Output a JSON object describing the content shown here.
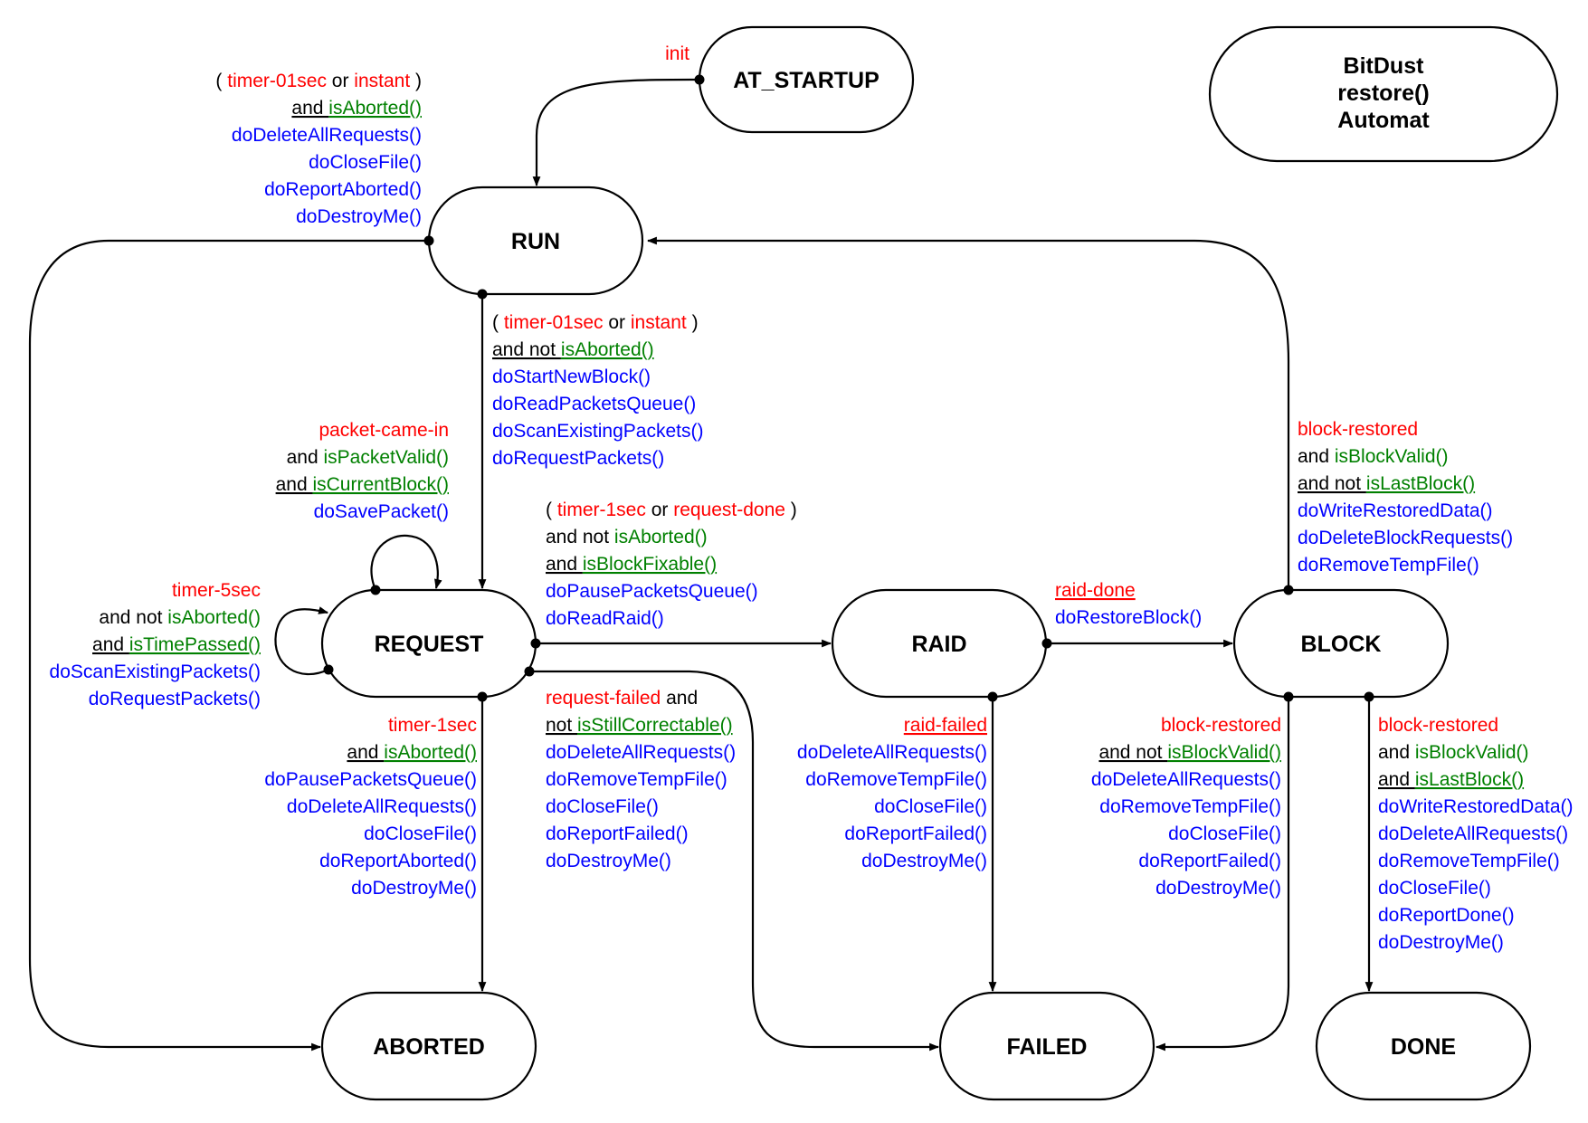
{
  "title_box": {
    "lines": [
      "BitDust",
      "restore()",
      "Automat"
    ]
  },
  "states": {
    "at_startup": "AT_STARTUP",
    "run": "RUN",
    "request": "REQUEST",
    "raid": "RAID",
    "block": "BLOCK",
    "aborted": "ABORTED",
    "failed": "FAILED",
    "done": "DONE"
  },
  "transitions": {
    "init": {
      "lines": [
        [
          {
            "t": "init",
            "c": "red"
          }
        ]
      ]
    },
    "run_aborted": {
      "lines": [
        [
          {
            "t": "( ",
            "c": "black"
          },
          {
            "t": "timer-01sec",
            "c": "red"
          },
          {
            "t": " or ",
            "c": "black"
          },
          {
            "t": "instant",
            "c": "red"
          },
          {
            "t": " )",
            "c": "black"
          }
        ],
        [
          {
            "t": "and ",
            "c": "black",
            "u": true
          },
          {
            "t": "isAborted()",
            "c": "green",
            "u": true
          }
        ],
        [
          {
            "t": "doDeleteAllRequests()",
            "c": "blue"
          }
        ],
        [
          {
            "t": "doCloseFile()",
            "c": "blue"
          }
        ],
        [
          {
            "t": "doReportAborted()",
            "c": "blue"
          }
        ],
        [
          {
            "t": "doDestroyMe()",
            "c": "blue"
          }
        ]
      ]
    },
    "run_request": {
      "lines": [
        [
          {
            "t": "( ",
            "c": "black"
          },
          {
            "t": "timer-01sec",
            "c": "red"
          },
          {
            "t": " or ",
            "c": "black"
          },
          {
            "t": "instant",
            "c": "red"
          },
          {
            "t": " )",
            "c": "black"
          }
        ],
        [
          {
            "t": "and not ",
            "c": "black",
            "u": true
          },
          {
            "t": "isAborted()",
            "c": "green",
            "u": true
          }
        ],
        [
          {
            "t": "doStartNewBlock()",
            "c": "blue"
          }
        ],
        [
          {
            "t": "doReadPacketsQueue()",
            "c": "blue"
          }
        ],
        [
          {
            "t": "doScanExistingPackets()",
            "c": "blue"
          }
        ],
        [
          {
            "t": "doRequestPackets()",
            "c": "blue"
          }
        ]
      ]
    },
    "packet_came_in": {
      "lines": [
        [
          {
            "t": "packet-came-in",
            "c": "red"
          }
        ],
        [
          {
            "t": "and ",
            "c": "black"
          },
          {
            "t": "isPacketValid()",
            "c": "green"
          }
        ],
        [
          {
            "t": "and ",
            "c": "black",
            "u": true
          },
          {
            "t": "isCurrentBlock()",
            "c": "green",
            "u": true
          }
        ],
        [
          {
            "t": "doSavePacket()",
            "c": "blue"
          }
        ]
      ]
    },
    "timer_5sec": {
      "lines": [
        [
          {
            "t": "timer-5sec",
            "c": "red"
          }
        ],
        [
          {
            "t": "and not ",
            "c": "black"
          },
          {
            "t": "isAborted()",
            "c": "green"
          }
        ],
        [
          {
            "t": "and ",
            "c": "black",
            "u": true
          },
          {
            "t": "isTimePassed()",
            "c": "green",
            "u": true
          }
        ],
        [
          {
            "t": "doScanExistingPackets()",
            "c": "blue"
          }
        ],
        [
          {
            "t": "doRequestPackets()",
            "c": "blue"
          }
        ]
      ]
    },
    "request_raid": {
      "lines": [
        [
          {
            "t": "( ",
            "c": "black"
          },
          {
            "t": "timer-1sec",
            "c": "red"
          },
          {
            "t": " or ",
            "c": "black"
          },
          {
            "t": "request-done",
            "c": "red"
          },
          {
            "t": " )",
            "c": "black"
          }
        ],
        [
          {
            "t": "and not ",
            "c": "black"
          },
          {
            "t": "isAborted()",
            "c": "green"
          }
        ],
        [
          {
            "t": "and ",
            "c": "black",
            "u": true
          },
          {
            "t": "isBlockFixable()",
            "c": "green",
            "u": true
          }
        ],
        [
          {
            "t": "doPausePacketsQueue()",
            "c": "blue"
          }
        ],
        [
          {
            "t": "doReadRaid()",
            "c": "blue"
          }
        ]
      ]
    },
    "request_aborted": {
      "lines": [
        [
          {
            "t": "timer-1sec",
            "c": "red"
          }
        ],
        [
          {
            "t": "and ",
            "c": "black",
            "u": true
          },
          {
            "t": "isAborted()",
            "c": "green",
            "u": true
          }
        ],
        [
          {
            "t": "doPausePacketsQueue()",
            "c": "blue"
          }
        ],
        [
          {
            "t": "doDeleteAllRequests()",
            "c": "blue"
          }
        ],
        [
          {
            "t": "doCloseFile()",
            "c": "blue"
          }
        ],
        [
          {
            "t": "doReportAborted()",
            "c": "blue"
          }
        ],
        [
          {
            "t": "doDestroyMe()",
            "c": "blue"
          }
        ]
      ]
    },
    "request_failed": {
      "lines": [
        [
          {
            "t": "request-failed",
            "c": "red"
          },
          {
            "t": " and",
            "c": "black"
          }
        ],
        [
          {
            "t": "not ",
            "c": "black",
            "u": true
          },
          {
            "t": "isStillCorrectable()",
            "c": "green",
            "u": true
          }
        ],
        [
          {
            "t": "doDeleteAllRequests()",
            "c": "blue"
          }
        ],
        [
          {
            "t": "doRemoveTempFile()",
            "c": "blue"
          }
        ],
        [
          {
            "t": "doCloseFile()",
            "c": "blue"
          }
        ],
        [
          {
            "t": "doReportFailed()",
            "c": "blue"
          }
        ],
        [
          {
            "t": "doDestroyMe()",
            "c": "blue"
          }
        ]
      ]
    },
    "raid_done": {
      "lines": [
        [
          {
            "t": "raid-done",
            "c": "red",
            "u": true
          }
        ],
        [
          {
            "t": "doRestoreBlock()",
            "c": "blue"
          }
        ]
      ]
    },
    "raid_failed": {
      "lines": [
        [
          {
            "t": "raid-failed",
            "c": "red",
            "u": true
          }
        ],
        [
          {
            "t": "doDeleteAllRequests()",
            "c": "blue"
          }
        ],
        [
          {
            "t": "doRemoveTempFile()",
            "c": "blue"
          }
        ],
        [
          {
            "t": "doCloseFile()",
            "c": "blue"
          }
        ],
        [
          {
            "t": "doReportFailed()",
            "c": "blue"
          }
        ],
        [
          {
            "t": "doDestroyMe()",
            "c": "blue"
          }
        ]
      ]
    },
    "block_run": {
      "lines": [
        [
          {
            "t": "block-restored",
            "c": "red"
          }
        ],
        [
          {
            "t": "and ",
            "c": "black"
          },
          {
            "t": "isBlockValid()",
            "c": "green"
          }
        ],
        [
          {
            "t": "and not ",
            "c": "black",
            "u": true
          },
          {
            "t": "isLastBlock()",
            "c": "green",
            "u": true
          }
        ],
        [
          {
            "t": "doWriteRestoredData()",
            "c": "blue"
          }
        ],
        [
          {
            "t": "doDeleteBlockRequests()",
            "c": "blue"
          }
        ],
        [
          {
            "t": "doRemoveTempFile()",
            "c": "blue"
          }
        ]
      ]
    },
    "block_failed": {
      "lines": [
        [
          {
            "t": "block-restored",
            "c": "red"
          }
        ],
        [
          {
            "t": "and not ",
            "c": "black",
            "u": true
          },
          {
            "t": "isBlockValid()",
            "c": "green",
            "u": true
          }
        ],
        [
          {
            "t": "doDeleteAllRequests()",
            "c": "blue"
          }
        ],
        [
          {
            "t": "doRemoveTempFile()",
            "c": "blue"
          }
        ],
        [
          {
            "t": "doCloseFile()",
            "c": "blue"
          }
        ],
        [
          {
            "t": "doReportFailed()",
            "c": "blue"
          }
        ],
        [
          {
            "t": "doDestroyMe()",
            "c": "blue"
          }
        ]
      ]
    },
    "block_done": {
      "lines": [
        [
          {
            "t": "block-restored",
            "c": "red"
          }
        ],
        [
          {
            "t": "and ",
            "c": "black"
          },
          {
            "t": "isBlockValid()",
            "c": "green"
          }
        ],
        [
          {
            "t": "and ",
            "c": "black",
            "u": true
          },
          {
            "t": "isLastBlock()",
            "c": "green",
            "u": true
          }
        ],
        [
          {
            "t": "doWriteRestoredData()",
            "c": "blue"
          }
        ],
        [
          {
            "t": "doDeleteAllRequests()",
            "c": "blue"
          }
        ],
        [
          {
            "t": "doRemoveTempFile()",
            "c": "blue"
          }
        ],
        [
          {
            "t": "doCloseFile()",
            "c": "blue"
          }
        ],
        [
          {
            "t": "doReportDone()",
            "c": "blue"
          }
        ],
        [
          {
            "t": "doDestroyMe()",
            "c": "blue"
          }
        ]
      ]
    }
  }
}
